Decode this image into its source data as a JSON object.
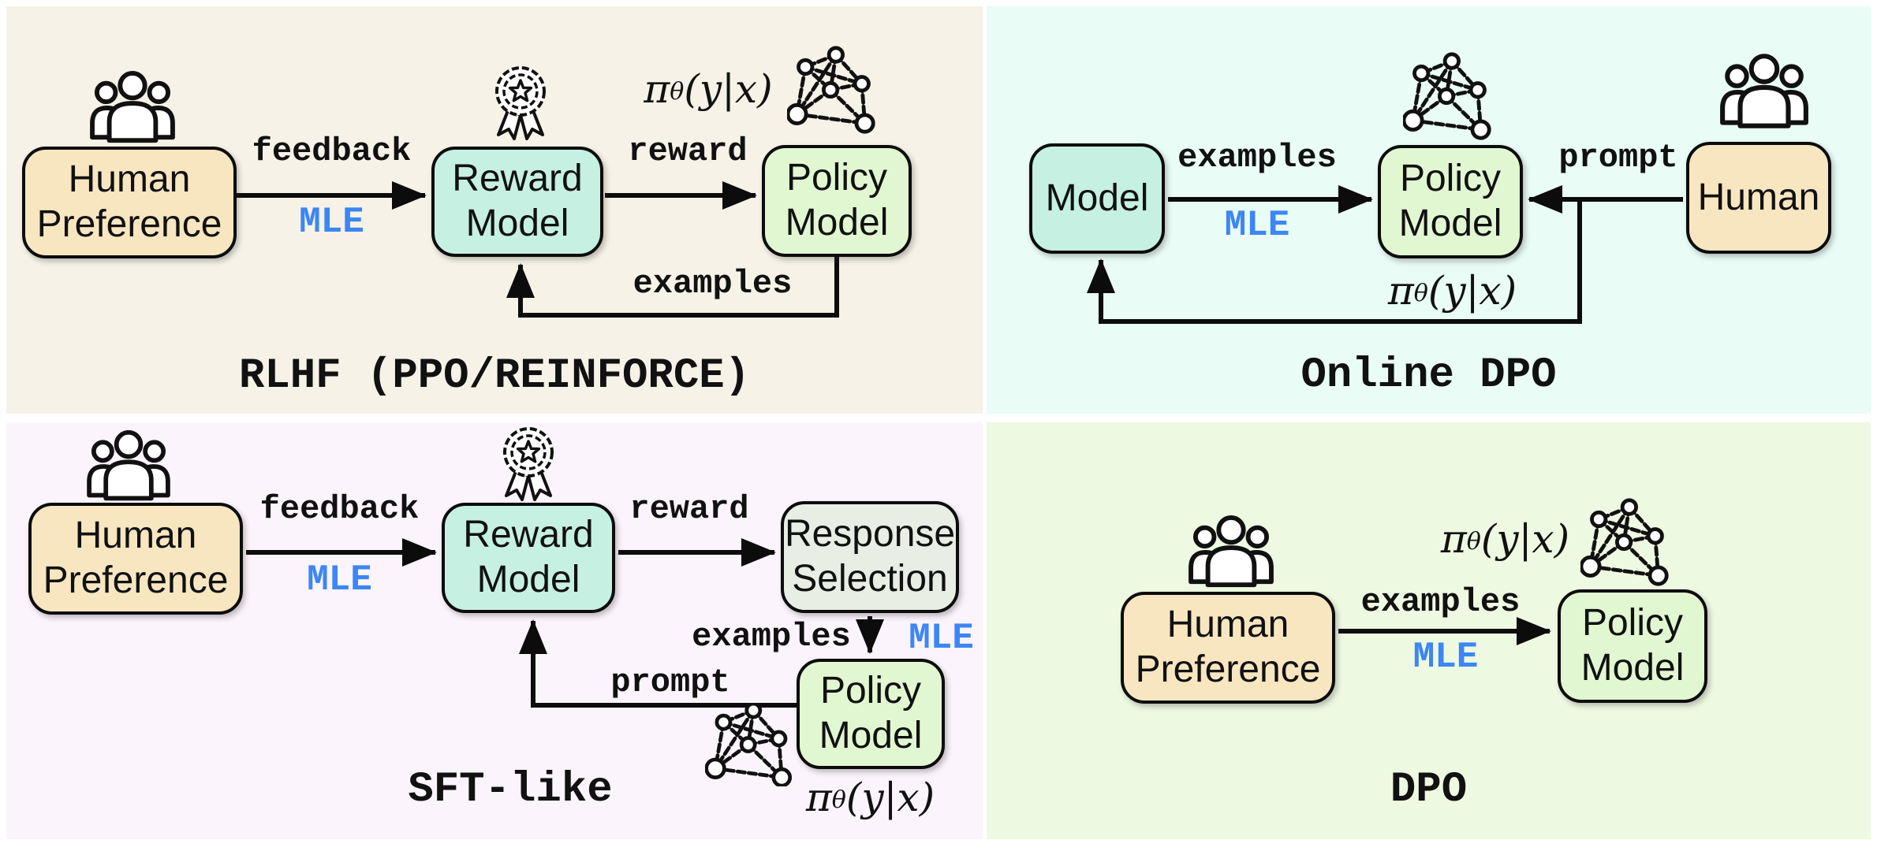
{
  "colors": {
    "cream": "#f6f2e7",
    "mint": "#e9fcf6",
    "lavender": "#fcf4fc",
    "lightgreen": "#eef9e1",
    "wheat": "#f8e6c1",
    "teal": "#c6f0e2",
    "greenbox": "#e1f7d1",
    "sage": "#e9eee4",
    "blue": "#3c86f5"
  },
  "math": {
    "pi": "π",
    "theta": "θ",
    "args": "(y|x)"
  },
  "panels": {
    "rlhf": {
      "title": "RLHF (PPO/REINFORCE)",
      "boxes": {
        "human_preference": "Human Preference",
        "reward_model": "Reward Model",
        "policy_model": "Policy Model"
      },
      "labels": {
        "feedback": "feedback",
        "mle": "MLE",
        "reward": "reward",
        "examples": "examples"
      }
    },
    "online_dpo": {
      "title": "Online DPO",
      "boxes": {
        "model": "Model",
        "policy_model": "Policy Model",
        "human": "Human"
      },
      "labels": {
        "examples": "examples",
        "mle": "MLE",
        "prompt": "prompt"
      }
    },
    "sft": {
      "title": "SFT-like",
      "boxes": {
        "human_preference": "Human Preference",
        "reward_model": "Reward Model",
        "response_selection": "Response Selection",
        "policy_model": "Policy Model"
      },
      "labels": {
        "feedback": "feedback",
        "mle": "MLE",
        "reward": "reward",
        "examples": "examples",
        "mle2": "MLE",
        "prompt": "prompt"
      }
    },
    "dpo": {
      "title": "DPO",
      "boxes": {
        "human_preference": "Human Preference",
        "policy_model": "Policy Model"
      },
      "labels": {
        "examples": "examples",
        "mle": "MLE"
      }
    }
  }
}
